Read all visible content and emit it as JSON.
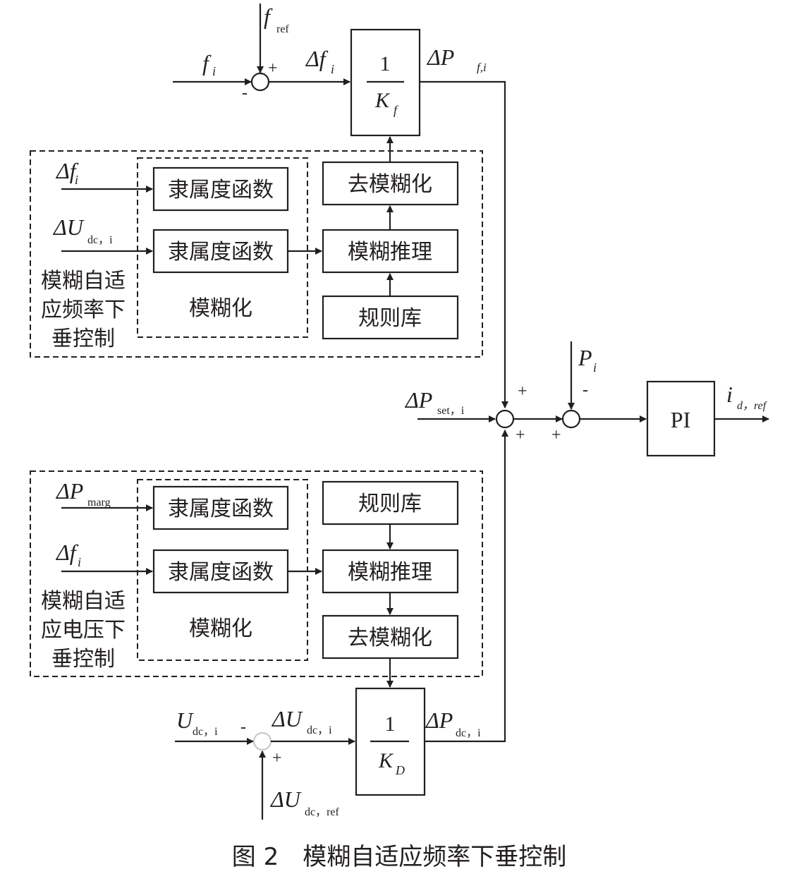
{
  "caption": "图 2　模糊自适应频率下垂控制",
  "signals": {
    "f_ref": {
      "sym": "f",
      "sub": "ref"
    },
    "f_i": {
      "sym": "f",
      "sub": "i"
    },
    "delta_f_top": {
      "sym": "Δf",
      "sub": "i"
    },
    "delta_P_f": {
      "sym": "ΔP",
      "sub": "f,i"
    },
    "delta_f_fuzzy1": {
      "sym": "Δf",
      "sub": "i"
    },
    "delta_U_fuzzy1": {
      "sym": "ΔU",
      "sub": "dc，i"
    },
    "P_i": {
      "sym": "P",
      "sub": "i"
    },
    "delta_P_set": {
      "sym": "ΔP",
      "sub": "set，i"
    },
    "i_d_ref": {
      "sym": "i",
      "sub": "d，ref"
    },
    "delta_P_marg": {
      "sym": "ΔP",
      "sub": "marg"
    },
    "delta_f_fuzzy2": {
      "sym": "Δf",
      "sub": "i"
    },
    "U_dc": {
      "sym": "U",
      "sub": "dc，i"
    },
    "delta_U_dc_mid": {
      "sym": "ΔU",
      "sub": "dc，i"
    },
    "delta_P_dc": {
      "sym": "ΔP",
      "sub": "dc，i"
    },
    "delta_U_dc_ref": {
      "sym": "ΔU",
      "sub": "dc，ref"
    }
  },
  "signs": {
    "s1_plus": "+",
    "s1_minus": "-",
    "s2_top": "+",
    "s2_bottom": "+",
    "s3_left": "+",
    "s3_top": "-",
    "s4_minus": "-",
    "s4_plus": "+"
  },
  "gains": {
    "kf": {
      "num": "1",
      "den": "K",
      "den_sub": "f"
    },
    "kd": {
      "num": "1",
      "den": "K",
      "den_sub": "D"
    }
  },
  "pi_label": "PI",
  "fuzzy_freq": {
    "title_lines": [
      "模糊自适",
      "应频率下",
      "垂控制"
    ],
    "membership_1": "隶属度函数",
    "membership_2": "隶属度函数",
    "fuzzify_label": "模糊化",
    "defuzzify": "去模糊化",
    "inference": "模糊推理",
    "rule_base": "规则库"
  },
  "fuzzy_volt": {
    "title_lines": [
      "模糊自适",
      "应电压下",
      "垂控制"
    ],
    "membership_1": "隶属度函数",
    "membership_2": "隶属度函数",
    "fuzzify_label": "模糊化",
    "rule_base": "规则库",
    "inference": "模糊推理",
    "defuzzify": "去模糊化"
  }
}
